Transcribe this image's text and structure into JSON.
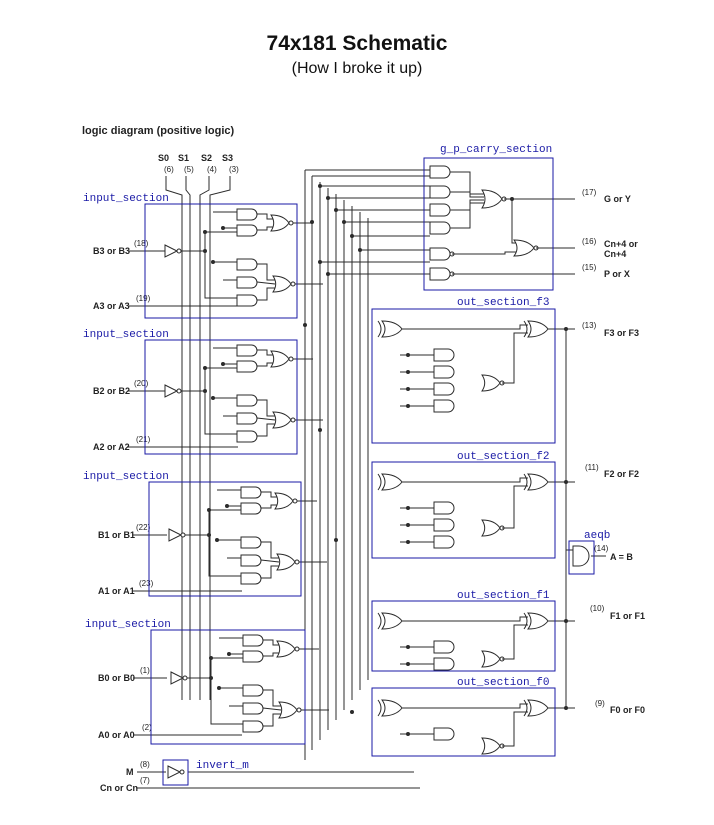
{
  "title": "74x181 Schematic",
  "subtitle": "(How I broke it up)",
  "diagram_header": "logic diagram (positive logic)",
  "select_pins": [
    {
      "name": "S0",
      "num": "(6)"
    },
    {
      "name": "S1",
      "num": "(5)"
    },
    {
      "name": "S2",
      "num": "(4)"
    },
    {
      "name": "S3",
      "num": "(3)"
    }
  ],
  "section_labels": {
    "input3": "input_section",
    "input2": "input_section",
    "input1": "input_section",
    "input0": "input_section",
    "gp": "g_p_carry_section",
    "f3": "out_section_f3",
    "f2": "out_section_f2",
    "f1": "out_section_f1",
    "f0": "out_section_f0",
    "aeqb": "aeqb",
    "invm": "invert_m"
  },
  "input_pins": [
    {
      "label": "B3 or B3",
      "num": "(18)"
    },
    {
      "label": "A3 or A3",
      "num": "(19)"
    },
    {
      "label": "B2 or B2",
      "num": "(20)"
    },
    {
      "label": "A2 or A2",
      "num": "(21)"
    },
    {
      "label": "B1 or B1",
      "num": "(22)"
    },
    {
      "label": "A1 or A1",
      "num": "(23)"
    },
    {
      "label": "B0 or B0",
      "num": "(1)"
    },
    {
      "label": "A0 or A0",
      "num": "(2)"
    },
    {
      "label": "M",
      "num": "(8)"
    },
    {
      "label": "Cn or Cn",
      "num": "(7)"
    }
  ],
  "output_pins": [
    {
      "label": "G or Y",
      "num": "(17)"
    },
    {
      "label": "Cn+4 or",
      "label2": "Cn+4",
      "num": "(16)"
    },
    {
      "label": "P or X",
      "num": "(15)"
    },
    {
      "label": "F3 or F3",
      "num": "(13)"
    },
    {
      "label": "F2 or F2",
      "num": "(11)"
    },
    {
      "label": "A = B",
      "num": "(14)"
    },
    {
      "label": "F1 or F1",
      "num": "(10)"
    },
    {
      "label": "F0 or F0",
      "num": "(9)"
    }
  ]
}
